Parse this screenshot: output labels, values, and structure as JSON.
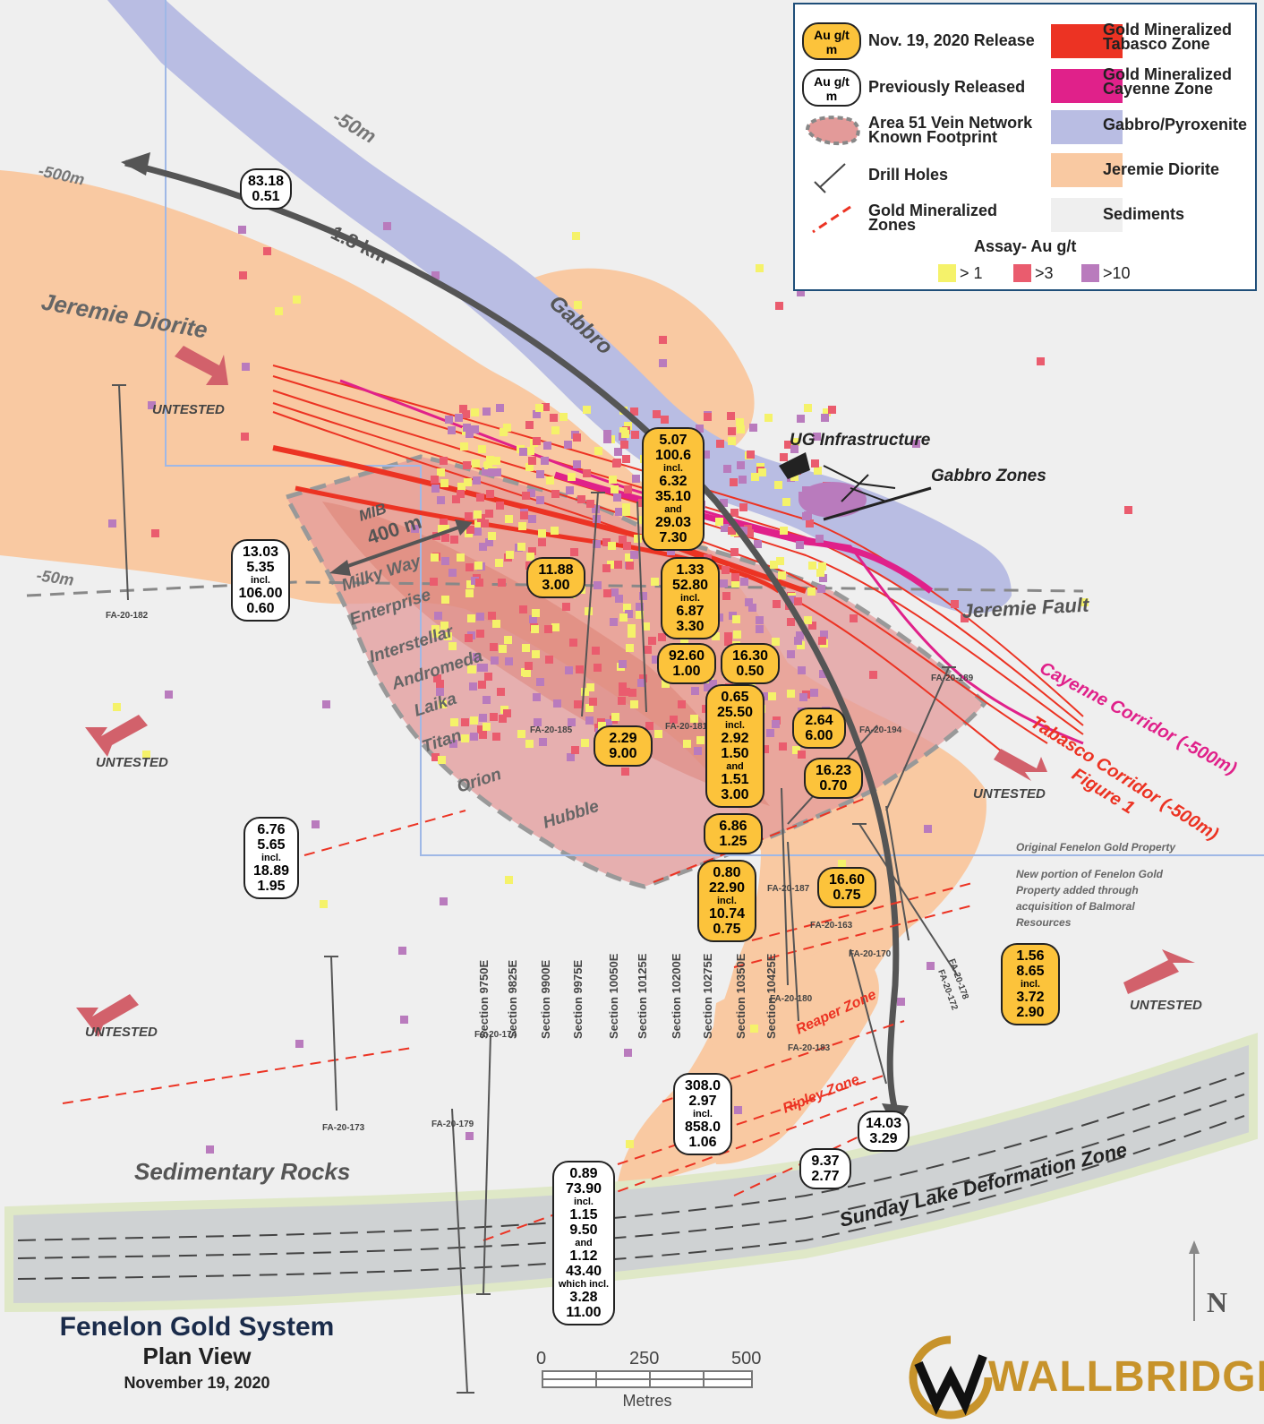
{
  "legend": {
    "new_release_pill": [
      "Au g/t",
      "m"
    ],
    "new_release_label": "Nov. 19, 2020 Release",
    "prev_release_pill": [
      "Au g/t",
      "m"
    ],
    "prev_release_label": "Previously Released",
    "area51_label": [
      "Area 51 Vein Network",
      "Known Footprint"
    ],
    "drill_holes_label": "Drill Holes",
    "gold_zones_label": [
      "Gold Mineralized",
      "Zones"
    ],
    "tabasco_label": [
      "Gold Mineralized",
      "Tabasco Zone"
    ],
    "cayenne_label": [
      "Gold Mineralized",
      "Cayenne Zone"
    ],
    "gabbro_label": "Gabbro/Pyroxenite",
    "diorite_label": "Jeremie Diorite",
    "sediments_label": "Sediments",
    "assay_title": "Assay- Au g/t",
    "assay_items": [
      "> 1",
      ">3",
      ">10"
    ],
    "colors": {
      "tabasco": "#ec3323",
      "cayenne": "#e0218a",
      "gabbro": "#b9bde3",
      "diorite": "#f9c9a2",
      "sediments": "#eeeeee",
      "assay1": "#f5f26a",
      "assay3": "#ea5c6e",
      "assay10": "#b97bbd",
      "pill_gold": "#fcc33b"
    }
  },
  "map_labels": {
    "minus50_top": "-50m",
    "minus500_left": "-500m",
    "minus50_left": "-50m",
    "dist_18km": "1.8 km",
    "jeremie_diorite": "Jeremie Diorite",
    "gabbro": "Gabbro",
    "ug_infrastructure": "UG Infrastructure",
    "gabbro_zones": "Gabbro Zones",
    "jeremie_fault": "Jeremie Fault",
    "mib": "MIB",
    "dist_400m": "400 m",
    "milky_way": "Milky Way",
    "enterprise": "Enterprise",
    "interstellar": "Interstellar",
    "andromeda": "Andromeda",
    "laika": "Laika",
    "titan": "Titan",
    "orion": "Orion",
    "hubble": "Hubble",
    "cayenne_corridor": "Cayenne Corridor (-500m)",
    "tabasco_corridor": "Tabasco Corridor (-500m)",
    "figure1": "Figure 1",
    "untested": "UNTESTED",
    "original_property": "Original Fenelon Gold Property",
    "new_portion": [
      "New portion of Fenelon Gold",
      "Property added through",
      "acquisition of Balmoral",
      "Resources"
    ],
    "reaper_zone": "Reaper Zone",
    "ripley_zone": "Ripley Zone",
    "sedimentary_rocks": "Sedimentary Rocks",
    "sunday_lake": "Sunday Lake Deformation Zone",
    "north": "N"
  },
  "sections": [
    "Section 9750E",
    "Section 9825E",
    "Section 9900E",
    "Section 9975E",
    "Section 10050E",
    "Section 10125E",
    "Section 10200E",
    "Section 10275E",
    "Section 10350E",
    "Section 10425E"
  ],
  "drill_holes": [
    "FA-20-182",
    "FA-20-185",
    "FA-20-181",
    "FA-20-189",
    "FA-20-194",
    "FA-20-187",
    "FA-20-163",
    "FA-20-170",
    "FA-20-178",
    "FA-20-172",
    "FA-20-180",
    "FA-20-183",
    "FA-20-173",
    "FA-20-179",
    "FA-20-174"
  ],
  "assays_new": [
    [
      "5.07",
      "100.6",
      "incl.",
      "6.32",
      "35.10",
      "and",
      "29.03",
      "7.30"
    ],
    [
      "11.88",
      "3.00"
    ],
    [
      "1.33",
      "52.80",
      "incl.",
      "6.87",
      "3.30"
    ],
    [
      "92.60",
      "1.00"
    ],
    [
      "16.30",
      "0.50"
    ],
    [
      "0.65",
      "25.50",
      "incl.",
      "2.92",
      "1.50",
      "and",
      "1.51",
      "3.00"
    ],
    [
      "2.64",
      "6.00"
    ],
    [
      "16.23",
      "0.70"
    ],
    [
      "2.29",
      "9.00"
    ],
    [
      "6.86",
      "1.25"
    ],
    [
      "0.80",
      "22.90",
      "incl.",
      "10.74",
      "0.75"
    ],
    [
      "16.60",
      "0.75"
    ],
    [
      "1.56",
      "8.65",
      "incl.",
      "3.72",
      "2.90"
    ]
  ],
  "assays_prev": [
    [
      "83.18",
      "0.51"
    ],
    [
      "13.03",
      "5.35",
      "incl.",
      "106.00",
      "0.60"
    ],
    [
      "6.76",
      "5.65",
      "incl.",
      "18.89",
      "1.95"
    ],
    [
      "308.0",
      "2.97",
      "incl.",
      "858.0",
      "1.06"
    ],
    [
      "0.89",
      "73.90",
      "incl.",
      "1.15",
      "9.50",
      "and",
      "1.12",
      "43.40",
      "which incl.",
      "3.28",
      "11.00"
    ],
    [
      "9.37",
      "2.77"
    ],
    [
      "14.03",
      "3.29"
    ]
  ],
  "title": {
    "line1": "Fenelon Gold System",
    "line2": "Plan View",
    "line3": "November 19, 2020"
  },
  "scale": {
    "ticks": [
      "0",
      "250",
      "500"
    ],
    "unit": "Metres"
  },
  "logo": {
    "text": "WALLBRIDGE"
  }
}
